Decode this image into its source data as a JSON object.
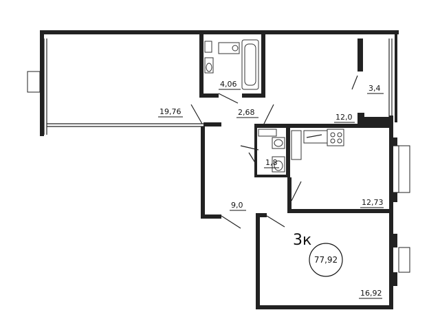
{
  "rooms": [
    {
      "id": "living",
      "area": "19,76"
    },
    {
      "id": "bathroom",
      "area": "4,06"
    },
    {
      "id": "hall-upper",
      "area": "2,68"
    },
    {
      "id": "balcony",
      "area": "3,4"
    },
    {
      "id": "kitchen",
      "area": "12,0"
    },
    {
      "id": "wc",
      "area": "1,8"
    },
    {
      "id": "corridor",
      "area": "9,0"
    },
    {
      "id": "bedroom-mid",
      "area": "12,73"
    },
    {
      "id": "bedroom-low",
      "area": "16,92"
    }
  ],
  "apartment_type": "3к",
  "total_area": "77,92"
}
